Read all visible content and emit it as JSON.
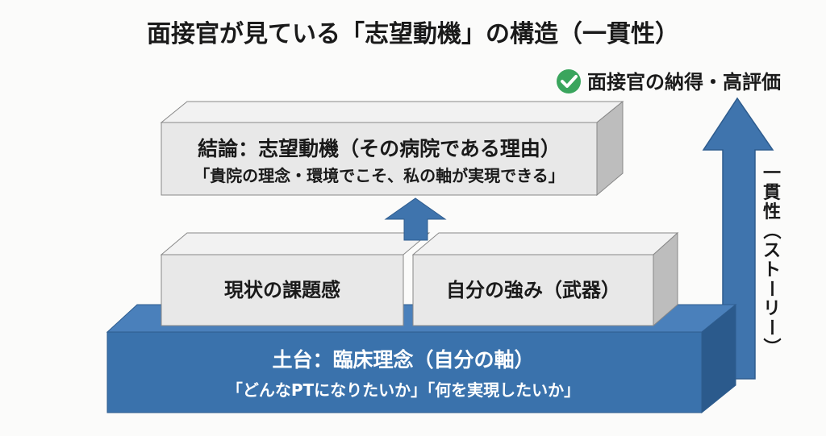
{
  "title": "面接官が見ている「志望動機」の構造（一貫性）",
  "outcome": {
    "icon": "check-circle-icon",
    "label": "面接官の納得・高評価"
  },
  "conclusion": {
    "heading": "結論：志望動機（その病院である理由）",
    "quote": "「貴院の理念・環境でこそ、私の軸が実現できる」"
  },
  "middle": [
    {
      "label": "現状の課題感"
    },
    {
      "label": "自分の強み（武器）"
    }
  ],
  "foundation": {
    "heading": "土台：臨床理念（自分の軸）",
    "quote": "「どんなPTになりたいか」「何を実現したいか」"
  },
  "consistency_label": [
    "一",
    "貫",
    "性",
    "（",
    "ス",
    "ト",
    "ー",
    "リ",
    "ー",
    "）"
  ],
  "colors": {
    "blue": "#3a72ac",
    "gray": "#e8e8e8",
    "check": "#3aa55d"
  }
}
